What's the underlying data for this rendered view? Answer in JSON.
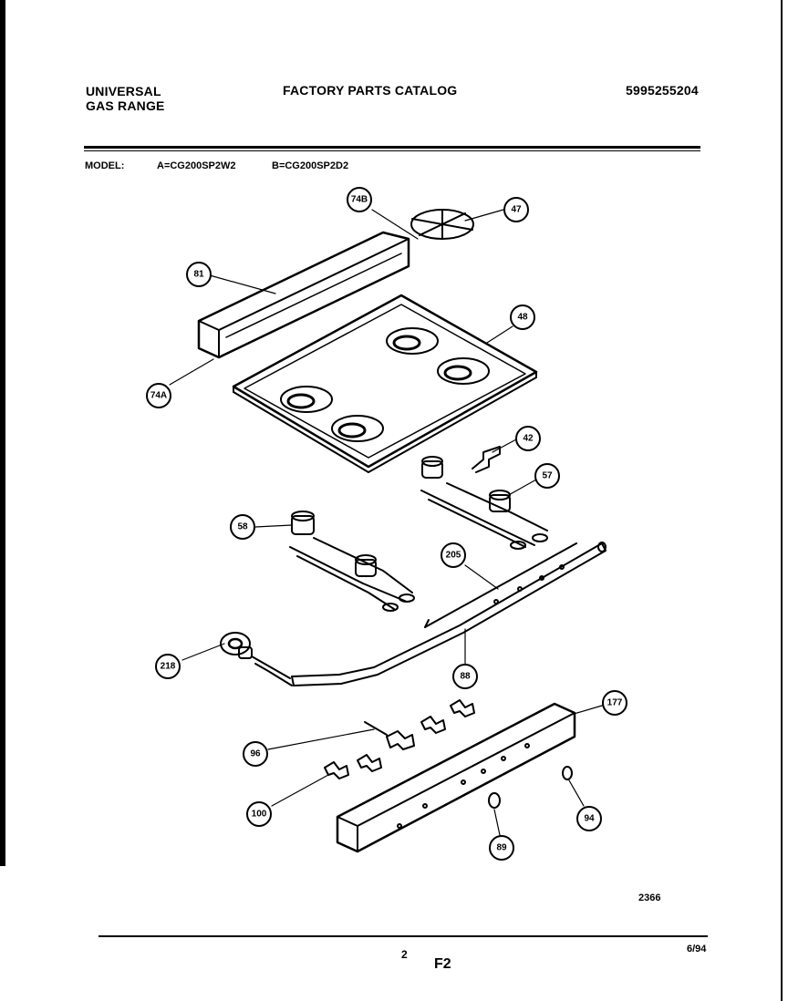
{
  "header": {
    "brand_line1": "UNIVERSAL",
    "brand_line2": "GAS RANGE",
    "title": "FACTORY PARTS CATALOG",
    "part_number": "5995255204"
  },
  "model": {
    "label": "MODEL:",
    "model_a": "A=CG200SP2W2",
    "model_b": "B=CG200SP2D2"
  },
  "callouts": {
    "c74b": "74B",
    "c47": "47",
    "c81": "81",
    "c48": "48",
    "c74a": "74A",
    "c42": "42",
    "c57": "57",
    "c58": "58",
    "c205": "205",
    "c218": "218",
    "c88": "88",
    "c177": "177",
    "c96": "96",
    "c100": "100",
    "c94": "94",
    "c89": "89"
  },
  "footer": {
    "diagram_code": "2366",
    "page_number": "2",
    "section": "F2",
    "date_code": "6/94"
  }
}
